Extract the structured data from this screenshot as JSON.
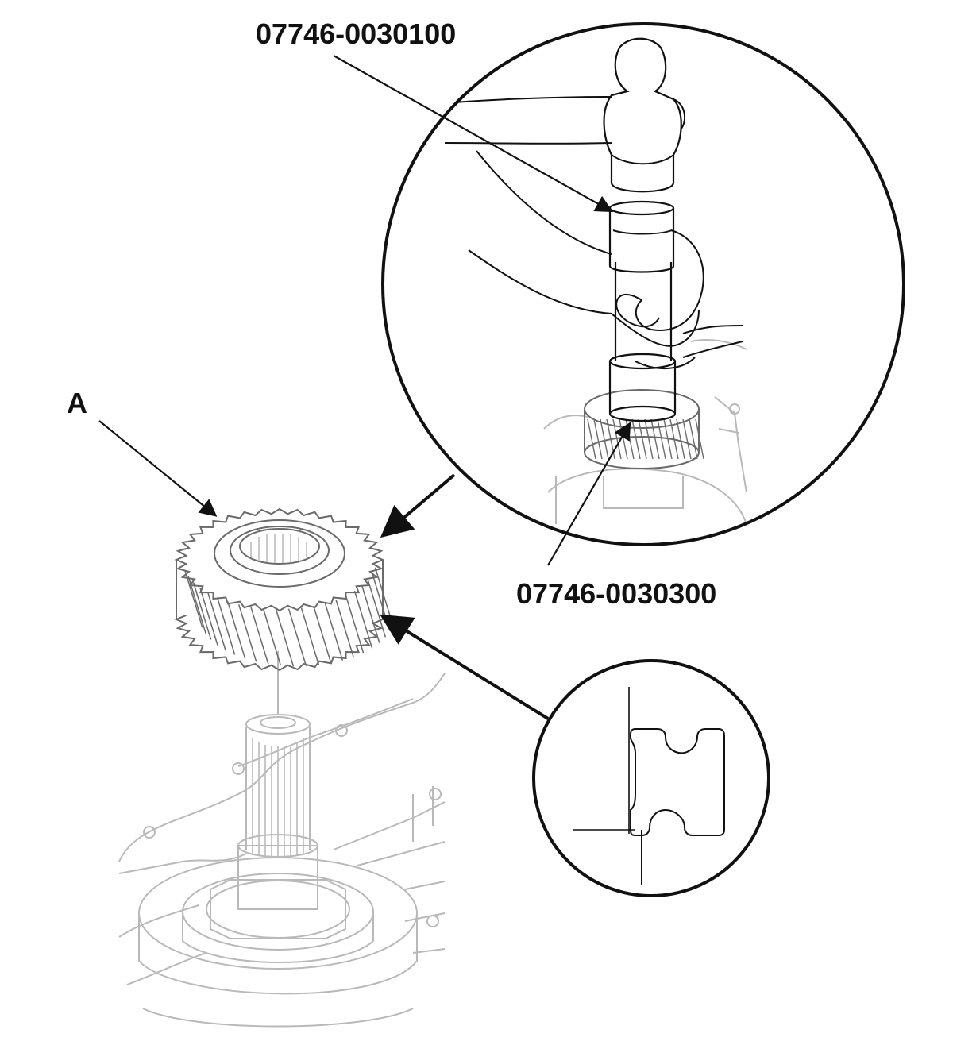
{
  "labels": {
    "top_tool": "07746-0030100",
    "bottom_tool": "07746-0030300",
    "part_a": "A"
  },
  "colors": {
    "ink": "#111111",
    "faint_line": "#b9b9b9",
    "mid_line": "#6a6a6a",
    "background": "#ffffff"
  }
}
